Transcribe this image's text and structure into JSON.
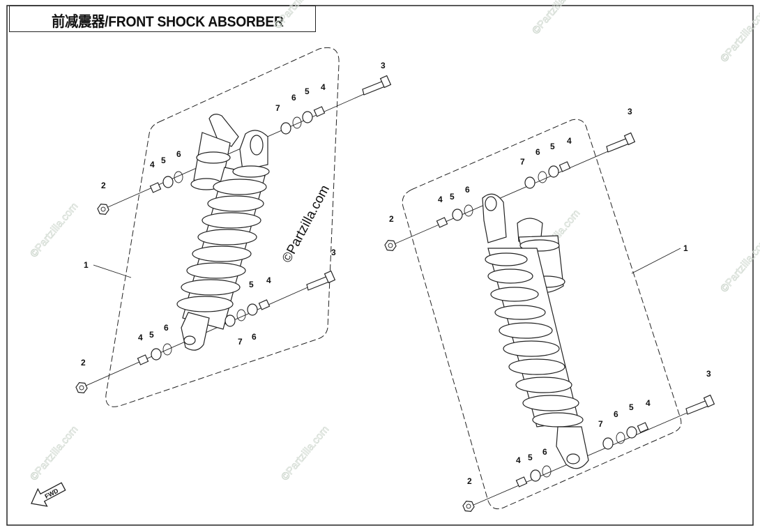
{
  "title": "前减震器/FRONT SHOCK ABSORBER",
  "watermark": "©Partzilla.com",
  "fwd_label": "FWD",
  "callouts": {
    "c1": "1",
    "c2": "2",
    "c3": "3",
    "c4": "4",
    "c5": "5",
    "c6": "6",
    "c7": "7"
  }
}
